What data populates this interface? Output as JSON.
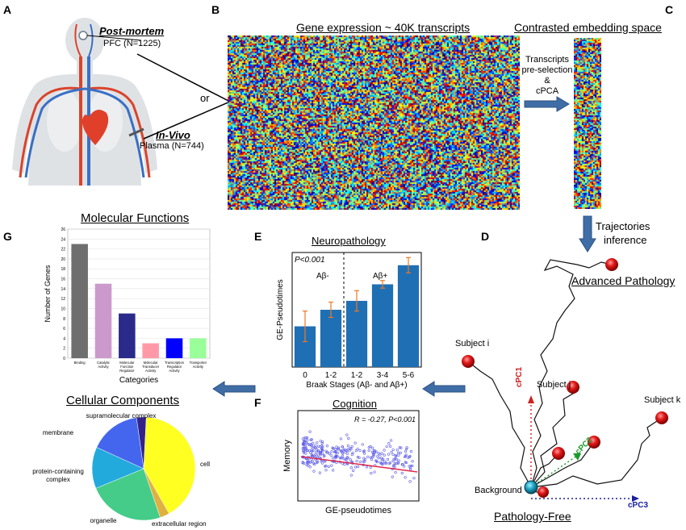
{
  "panels": {
    "A": {
      "letter": "A",
      "postmortem_title": "Post-mortem",
      "postmortem_sub": "PFC (N=1225)",
      "invivo_title": "In-Vivo",
      "invivo_sub": "Plasma (N=744)",
      "or_label": "or"
    },
    "B": {
      "letter": "B",
      "title": "Gene expression ~ 40K transcripts"
    },
    "C": {
      "letter": "C",
      "title": "Contrasted embedding space",
      "arrow_label_1": "Transcripts",
      "arrow_label_2": "pre-selection",
      "arrow_label_3": "&",
      "arrow_label_4": "cPCA"
    },
    "D": {
      "letter": "D",
      "arrow_label_1": "Trajectories",
      "arrow_label_2": "inference",
      "advanced": "Advanced Pathology",
      "pathology_free": "Pathology-Free",
      "background": "Background",
      "subject_i": "Subject i",
      "subject_j": "Subject j",
      "subject_k": "Subject k",
      "cpc1": "cPC1",
      "cpc2": "cPC2",
      "cpc3": "cPC3"
    },
    "E": {
      "letter": "E",
      "title": "Neuropathology"
    },
    "F": {
      "letter": "F",
      "title": "Cognition"
    },
    "G": {
      "letter": "G",
      "title": "Molecular Functions",
      "pie_title": "Cellular Components"
    }
  },
  "chart_data": [
    {
      "type": "bar",
      "title": "Neuropathology",
      "xlabel": "Braak Stages (Aβ- and Aβ+)",
      "ylabel": "GE-Pseudotimes",
      "annotation": "P<0.001",
      "group_labels": [
        "Aβ-",
        "Aβ+"
      ],
      "categories": [
        "0",
        "1-2",
        "1-2",
        "3-4",
        "5-6"
      ],
      "values": [
        0.32,
        0.45,
        0.52,
        0.65,
        0.8
      ],
      "errors": [
        0.12,
        0.06,
        0.08,
        0.03,
        0.06
      ],
      "ylim": [
        0,
        0.9
      ],
      "color": "#1f6fb5"
    },
    {
      "type": "scatter",
      "title": "Cognition",
      "xlabel": "GE-pseudotimes",
      "ylabel": "Memory",
      "annotation": "R = -0.27, P<0.001",
      "point_color": "#5a5ae6",
      "line_color": "#e0284a"
    },
    {
      "type": "bar",
      "title": "Molecular Functions",
      "xlabel": "Categories",
      "ylabel": "Number of Genes",
      "categories": [
        "Binding",
        "Catalytic Activity",
        "Molecular Function Regulator",
        "Molecular Transducer Activity",
        "Transcription Regulator Activity",
        "Transporter Activity"
      ],
      "values": [
        23,
        15,
        9,
        3,
        4,
        4
      ],
      "colors": [
        "#6e6e6e",
        "#cc99cc",
        "#2a2a8a",
        "#ff99a8",
        "#0000ff",
        "#99ff99"
      ],
      "ylim": [
        0,
        26
      ],
      "yticks": [
        0,
        2,
        4,
        6,
        8,
        10,
        12,
        14,
        16,
        18,
        20,
        22,
        24,
        26
      ]
    },
    {
      "type": "pie",
      "title": "Cellular Components",
      "labels": [
        "cell",
        "extracellular region",
        "organelle",
        "protein-containing complex",
        "membrane",
        "supramolecular complex"
      ],
      "values": [
        41,
        3,
        24,
        13,
        16,
        3
      ],
      "colors": [
        "#ffff22",
        "#e0b040",
        "#44cc88",
        "#22aadd",
        "#4466ee",
        "#332288"
      ]
    }
  ]
}
